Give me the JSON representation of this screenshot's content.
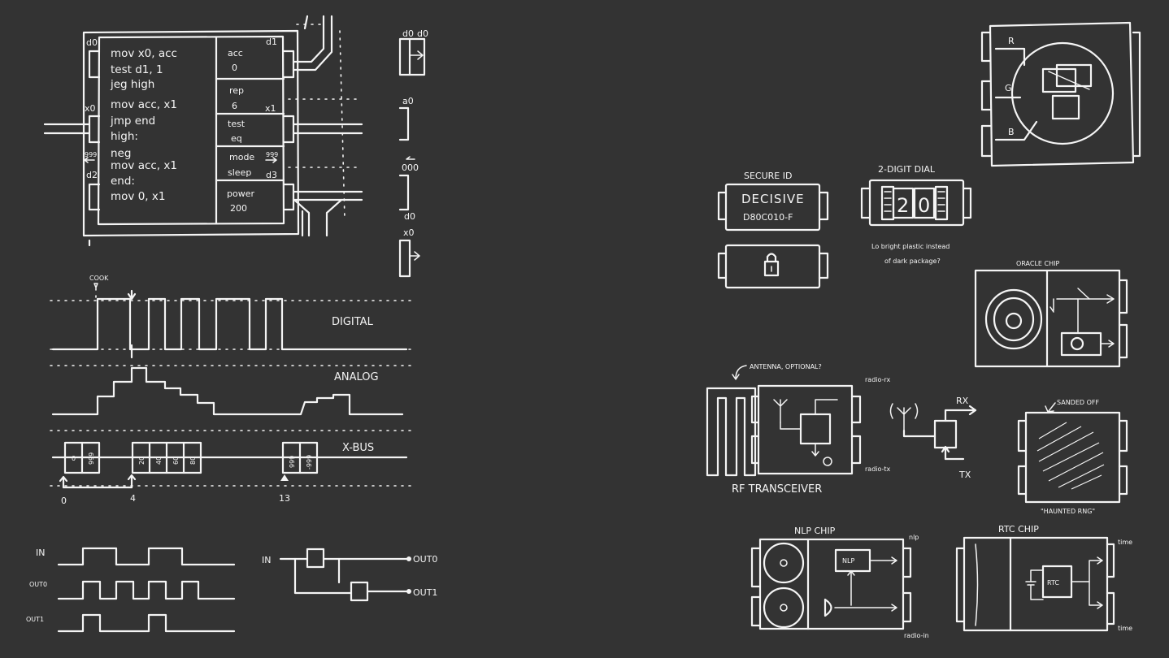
{
  "mcu": {
    "ports": {
      "d0": "d0",
      "d1": "d1",
      "x0": "x0",
      "x1": "x1",
      "d2": "d2",
      "d3": "d3",
      "left_val": "999",
      "right_val": "999"
    },
    "code": [
      "mov x0, acc",
      "test d1, 1",
      "jeg high",
      "mov acc, x1",
      "jmp end",
      "high:",
      "neg",
      "mov acc, x1",
      "end:",
      "mov 0, x1"
    ],
    "registers": [
      {
        "name": "acc",
        "value": "0"
      },
      {
        "name": "rep",
        "value": "6"
      },
      {
        "name": "test",
        "value": "eq"
      },
      {
        "name": "mode",
        "value": "sleep"
      },
      {
        "name": "power",
        "value": "200"
      }
    ]
  },
  "side_pins": {
    "d0_a": "d0",
    "d0_b": "d0",
    "a0": "a0",
    "val": "000",
    "d0_c": "d0",
    "x0": "x0"
  },
  "timing": {
    "digital_label": "DIGITAL",
    "analog_label": "ANALOG",
    "xbus_label": "X-BUS",
    "cursor_label": "COOK",
    "packets": [
      "0",
      "999",
      "20",
      "40",
      "60",
      "80",
      "999",
      "-999"
    ],
    "ticks": [
      "0",
      "4",
      "13"
    ]
  },
  "splitter": {
    "in_label": "IN",
    "out0_label": "OUT0",
    "out1_label": "OUT1"
  },
  "secure_id": {
    "title": "SECURE ID",
    "name": "DECISIVE",
    "serial": "D80C010-F"
  },
  "dial": {
    "title": "2-DIGIT DIAL",
    "digits": [
      "2",
      "0"
    ],
    "note_line1": "Lo bright plastic instead",
    "note_line2": "of dark package?"
  },
  "led": {
    "r": "R",
    "g": "G",
    "b": "B"
  },
  "oracle": {
    "title": "ORACLE CHIP"
  },
  "rf": {
    "antenna_note": "ANTENNA, OPTIONAL?",
    "rx_port": "radio-rx",
    "tx_port": "radio-tx",
    "title": "RF TRANSCEIVER",
    "rx": "RX",
    "tx": "TX"
  },
  "sanded": {
    "note": "SANDED OFF",
    "title": "\"HAUNTED RNG\""
  },
  "nlp": {
    "title": "NLP CHIP",
    "block": "NLP",
    "out_port": "nlp",
    "in_port": "radio-in"
  },
  "rtc": {
    "title": "RTC CHIP",
    "block": "RTC",
    "time_a": "time",
    "time_b": "time"
  }
}
